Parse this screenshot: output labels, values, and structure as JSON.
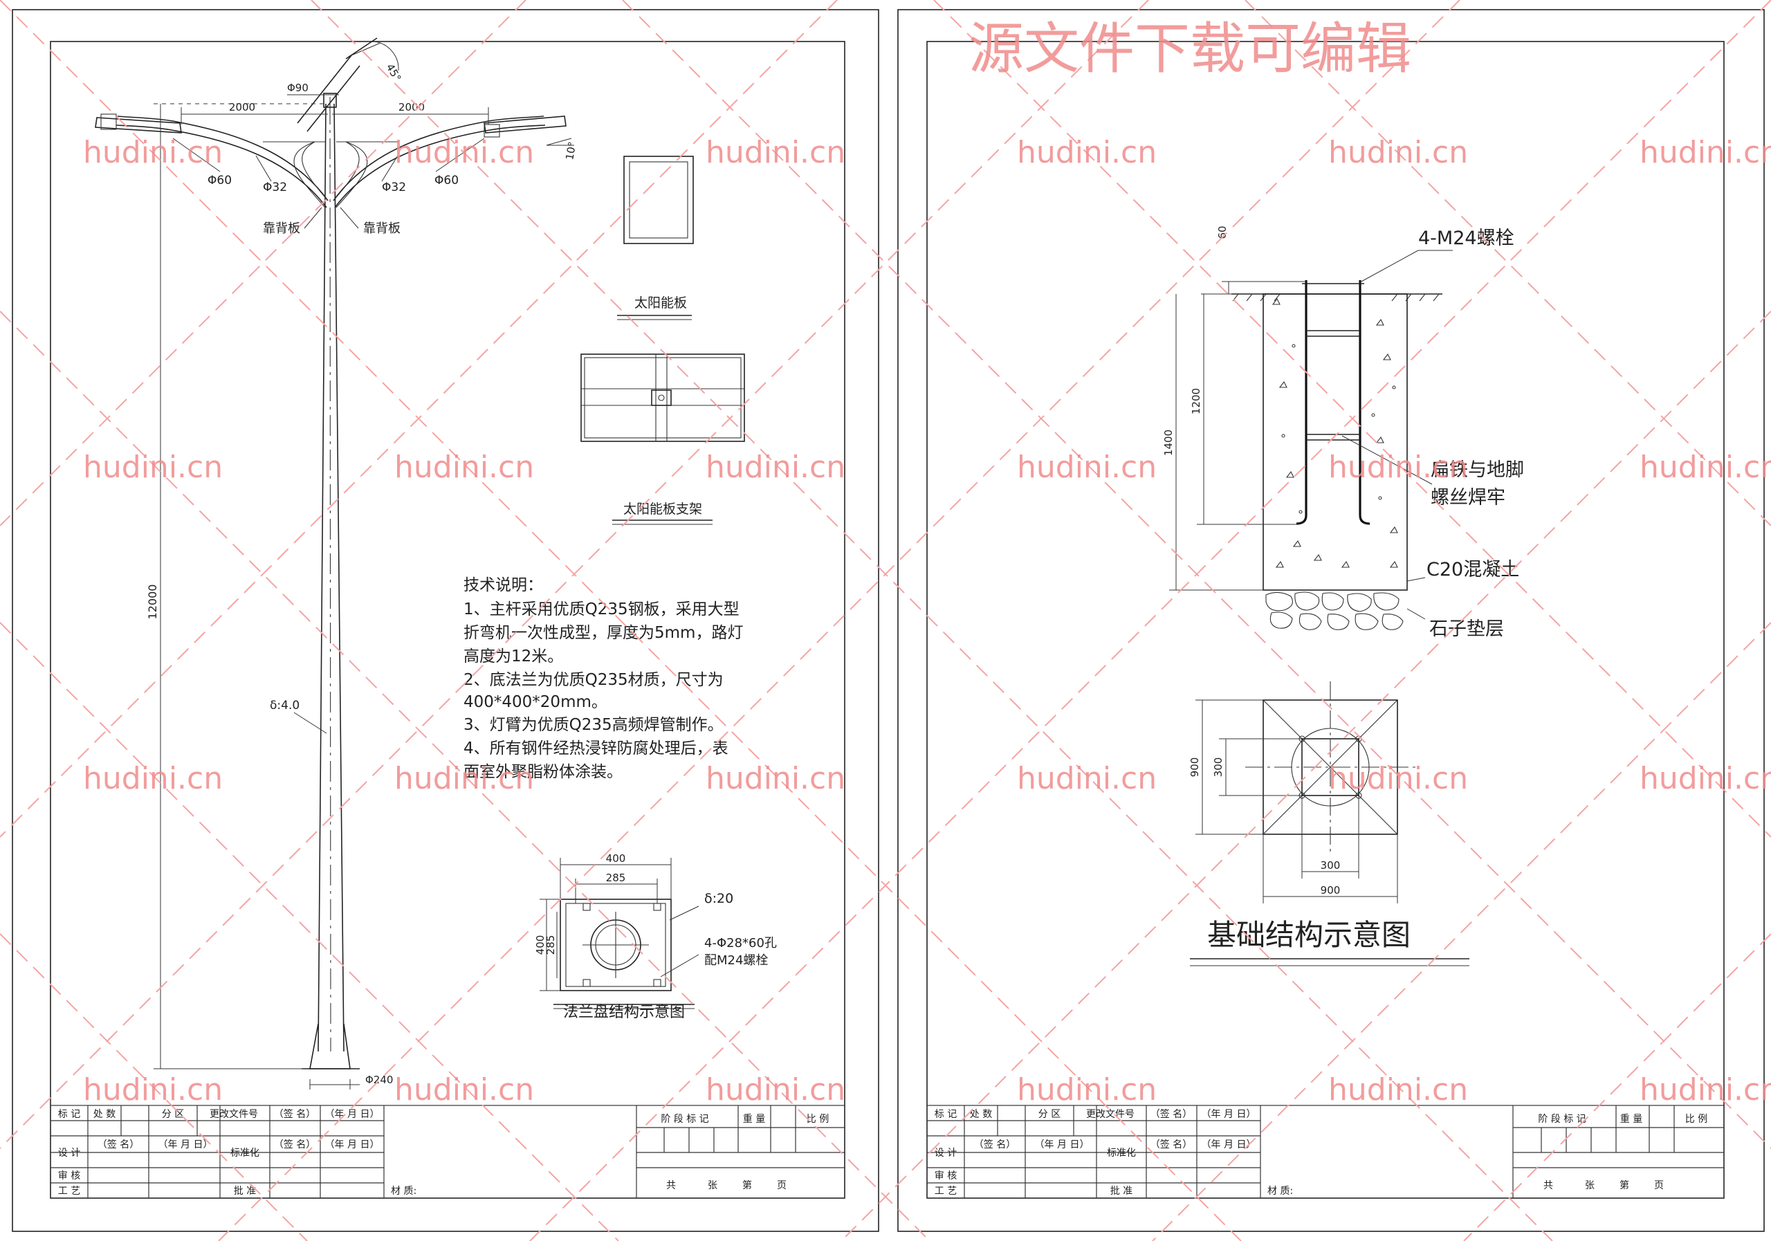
{
  "watermark": {
    "headline": "源文件下载可编辑",
    "site": "hudini.cn",
    "color": "#f08b8b"
  },
  "left_sheet": {
    "arm_length_left": "2000",
    "arm_length_right": "2000",
    "diameter_top": "Φ90",
    "angle_top": "45°",
    "angle_lamp": "10°",
    "diam_arm_outer_left": "Φ60",
    "diam_arm_inner_left": "Φ32",
    "diam_arm_inner_right": "Φ32",
    "diam_arm_outer_right": "Φ60",
    "backplate_left": "靠背板",
    "backplate_right": "靠背板",
    "pole_height": "12000",
    "wall_thickness": "δ:4.0",
    "base_diameter": "Φ240",
    "solar_panel_label": "太阳能板",
    "solar_bracket_label": "太阳能板支架",
    "tech_notes": {
      "title": "技术说明：",
      "lines": [
        "1、主杆采用优质Q235钢板，采用大型",
        "折弯机一次性成型，厚度为5mm，路灯",
        "高度为12米。",
        "2、底法兰为优质Q235材质，尺寸为",
        "400*400*20mm。",
        "3、灯臂为优质Q235高频焊管制作。",
        "4、所有钢件经热浸锌防腐处理后，表",
        "面室外聚脂粉体涂装。"
      ]
    },
    "flange": {
      "width_outer": "400",
      "width_inner": "285",
      "height_outer": "400",
      "height_inner": "285",
      "thickness": "δ:20",
      "holes": "4-Φ28*60孔",
      "bolts": "配M24螺栓",
      "caption": "法兰盘结构示意图"
    }
  },
  "right_sheet": {
    "bolt_label": "4-M24螺栓",
    "dim_top": "60",
    "dim_embed": "1200",
    "dim_depth": "1400",
    "weld_note_1": "扁铁与地脚",
    "weld_note_2": "螺丝焊牢",
    "concrete": "C20混凝土",
    "gravel": "石子垫层",
    "plan_outer_v": "900",
    "plan_inner_v": "300",
    "plan_inner_h": "300",
    "plan_outer_h": "900",
    "caption": "基础结构示意图"
  },
  "title_block": {
    "mark": "标 记",
    "count": "处 数",
    "zone": "分 区",
    "change_doc": "更改文件号",
    "sign": "（签 名）",
    "date": "（年 月 日）",
    "design": "设 计",
    "standard": "标准化",
    "review": "审 核",
    "process": "工 艺",
    "approve": "批 准",
    "material": "材 质:",
    "stage_mark": "阶 段 标 记",
    "weight": "重 量",
    "scale": "比 例",
    "total": "共",
    "sheet": "张",
    "page_no": "第",
    "page": "页"
  }
}
